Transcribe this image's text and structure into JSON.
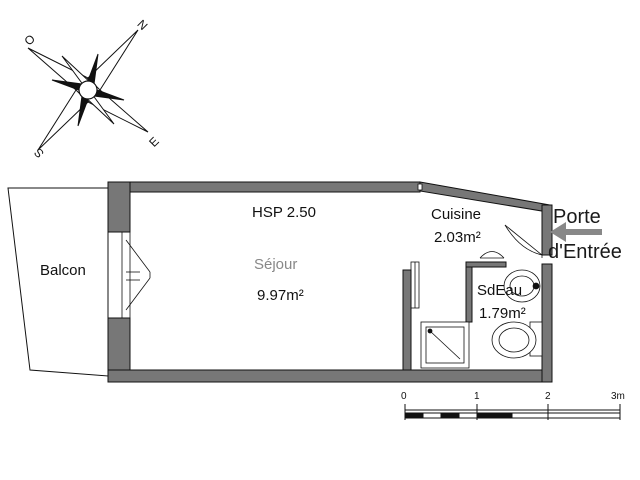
{
  "compass": {
    "north": "N",
    "south": "S",
    "east": "E",
    "west": "O"
  },
  "rooms": {
    "balcon": "Balcon",
    "hsp": "HSP 2.50",
    "sejour_name": "Séjour",
    "sejour_area": "9.97m²",
    "cuisine_name": "Cuisine",
    "cuisine_area": "2.03m²",
    "sde_name": "SdEau",
    "sde_area": "1.79m²"
  },
  "entrance": {
    "line1": "Porte",
    "line2": "d'Entrée",
    "arrow_color": "#888888"
  },
  "scale": {
    "ticks": [
      "0",
      "1",
      "2",
      "3m"
    ]
  },
  "colors": {
    "wall": "#777777",
    "outline": "#111111"
  }
}
